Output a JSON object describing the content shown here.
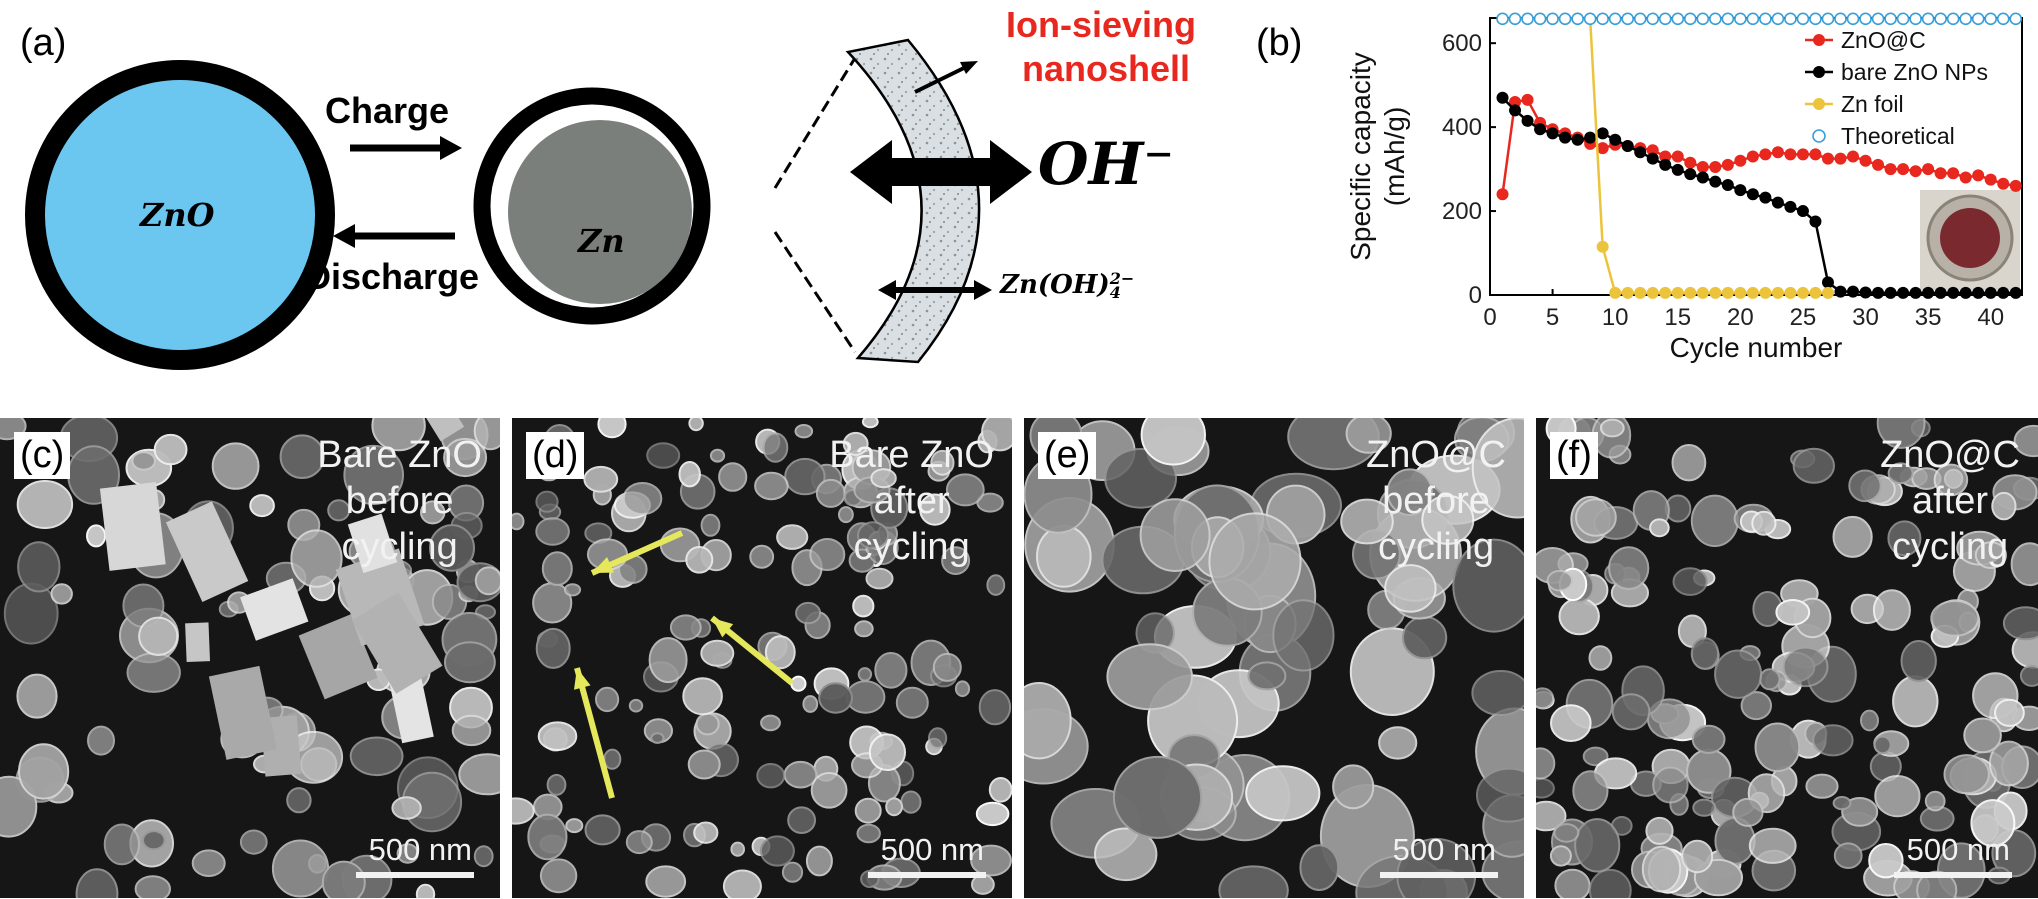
{
  "panels": {
    "a": "(a)",
    "b": "(b)",
    "c": "(c)",
    "d": "(d)",
    "e": "(e)",
    "f": "(f)"
  },
  "schematic": {
    "zno_label": "ZnO",
    "zn_label": "Zn",
    "charge_label": "Charge",
    "discharge_label": "Discharge",
    "shell_label_line1": "Ion-sieving",
    "shell_label_line2": "nanoshell",
    "oh_label": "OH⁻",
    "zincate_label": "Zn(OH)",
    "zincate_sub": "4",
    "zincate_sup": "2−",
    "colors": {
      "zno_fill": "#6cc7f0",
      "zn_fill": "#7b7f7c",
      "shell_text": "#e8281e"
    }
  },
  "sem": [
    {
      "caption": [
        "Bare ZnO",
        "before",
        "cycling"
      ],
      "scalebar": "500 nm"
    },
    {
      "caption": [
        "Bare ZnO",
        "after",
        "cycling"
      ],
      "scalebar": "500 nm"
    },
    {
      "caption": [
        "ZnO@C",
        "before",
        "cycling"
      ],
      "scalebar": "500 nm"
    },
    {
      "caption": [
        "ZnO@C",
        "after",
        "cycling"
      ],
      "scalebar": "500 nm"
    }
  ],
  "chart_data": {
    "type": "scatter",
    "xlabel": "Cycle number",
    "ylabel": "Specific capacity\n(mAh/g)",
    "xlim": [
      0,
      42.5
    ],
    "ylim": [
      0,
      660
    ],
    "xticks": [
      0,
      5,
      10,
      15,
      20,
      25,
      30,
      35,
      40
    ],
    "yticks": [
      0,
      200,
      400,
      600
    ],
    "legend_position": "top-right",
    "series": [
      {
        "name": "ZnO@C",
        "color": "#e8281e",
        "marker": "filled-line",
        "x": [
          1,
          2,
          3,
          4,
          5,
          6,
          7,
          8,
          9,
          10,
          11,
          12,
          13,
          14,
          15,
          16,
          17,
          18,
          19,
          20,
          21,
          22,
          23,
          24,
          25,
          26,
          27,
          28,
          29,
          30,
          31,
          32,
          33,
          34,
          35,
          36,
          37,
          38,
          39,
          40,
          41,
          42
        ],
        "y": [
          240,
          460,
          465,
          410,
          395,
          385,
          375,
          360,
          350,
          358,
          355,
          350,
          345,
          330,
          330,
          315,
          305,
          305,
          310,
          320,
          330,
          335,
          340,
          335,
          335,
          335,
          325,
          325,
          330,
          320,
          310,
          300,
          300,
          295,
          300,
          290,
          290,
          280,
          285,
          275,
          265,
          260
        ]
      },
      {
        "name": "bare ZnO NPs",
        "color": "#000000",
        "marker": "filled-line",
        "x": [
          1,
          2,
          3,
          4,
          5,
          6,
          7,
          8,
          9,
          10,
          11,
          12,
          13,
          14,
          15,
          16,
          17,
          18,
          19,
          20,
          21,
          22,
          23,
          24,
          25,
          26,
          27,
          28,
          29,
          30,
          31,
          32,
          33,
          34,
          35,
          36,
          37,
          38,
          39,
          40,
          41,
          42
        ],
        "y": [
          470,
          440,
          415,
          395,
          385,
          375,
          370,
          375,
          385,
          370,
          355,
          340,
          325,
          310,
          298,
          288,
          280,
          270,
          262,
          250,
          240,
          232,
          220,
          210,
          200,
          175,
          30,
          8,
          8,
          6,
          5,
          5,
          5,
          5,
          5,
          5,
          5,
          5,
          5,
          5,
          5,
          5
        ]
      },
      {
        "name": "Zn foil",
        "color": "#ecc43b",
        "marker": "filled-line",
        "x": [
          1,
          2,
          3,
          4,
          5,
          6,
          7,
          8,
          9,
          10,
          11,
          12,
          13,
          14,
          15,
          16,
          17,
          18,
          19,
          20,
          21,
          22,
          23,
          24,
          25,
          26,
          27
        ],
        "y": [
          658,
          658,
          658,
          658,
          658,
          658,
          658,
          658,
          115,
          5,
          5,
          5,
          5,
          5,
          5,
          5,
          5,
          5,
          5,
          5,
          5,
          5,
          5,
          5,
          5,
          5,
          5
        ]
      },
      {
        "name": "Theoretical",
        "color": "#3a9fd8",
        "marker": "open",
        "x": [
          1,
          2,
          3,
          4,
          5,
          6,
          7,
          8,
          9,
          10,
          11,
          12,
          13,
          14,
          15,
          16,
          17,
          18,
          19,
          20,
          21,
          22,
          23,
          24,
          25,
          26,
          27,
          28,
          29,
          30,
          31,
          32,
          33,
          34,
          35,
          36,
          37,
          38,
          39,
          40,
          41,
          42
        ],
        "y": [
          658,
          658,
          658,
          658,
          658,
          658,
          658,
          658,
          658,
          658,
          658,
          658,
          658,
          658,
          658,
          658,
          658,
          658,
          658,
          658,
          658,
          658,
          658,
          658,
          658,
          658,
          658,
          658,
          658,
          658,
          658,
          658,
          658,
          658,
          658,
          658,
          658,
          658,
          658,
          658,
          658,
          658
        ]
      }
    ]
  }
}
